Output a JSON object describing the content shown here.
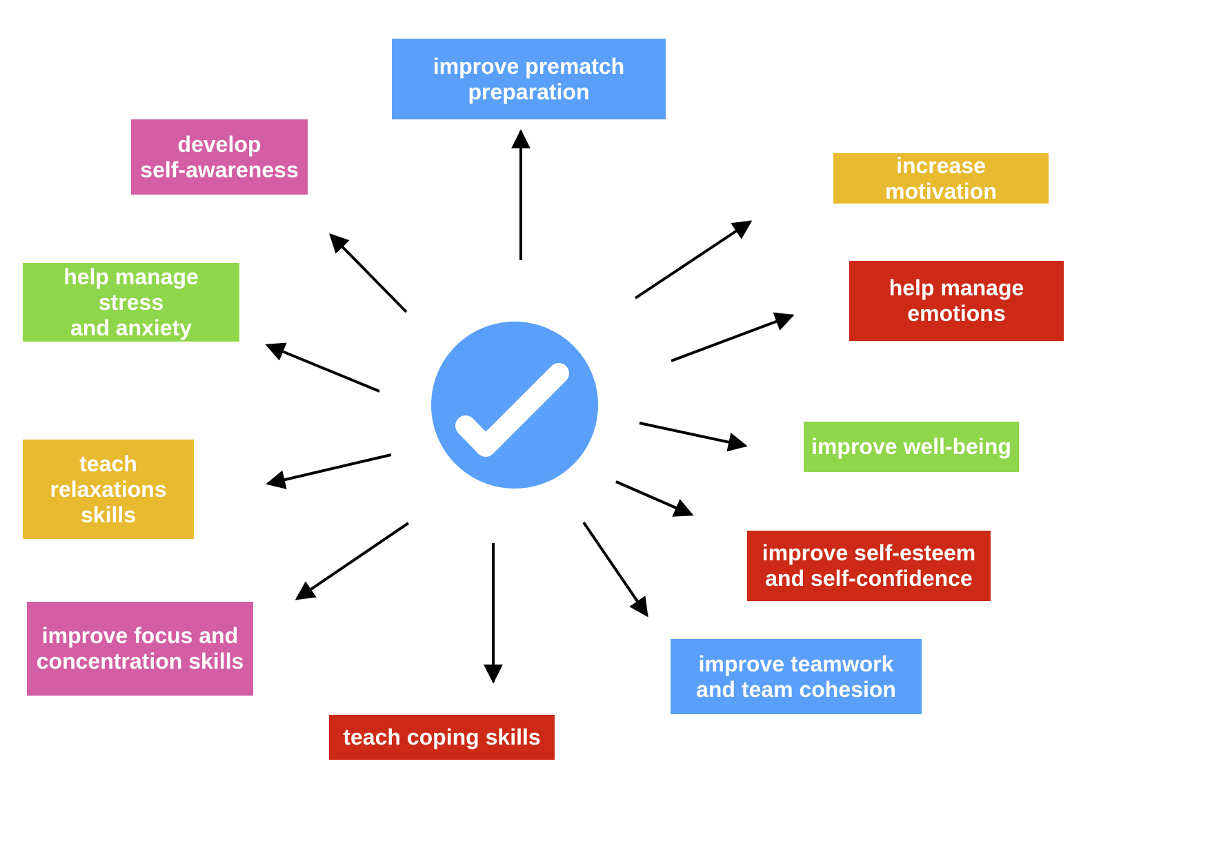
{
  "center": {
    "icon": "checkmark-icon",
    "color": "#5aa0fb"
  },
  "colors": {
    "blue": "#5aa0fb",
    "pink": "#d35ea3",
    "yellow": "#e8ba2f",
    "red": "#cc2a16",
    "green": "#90d64b",
    "arrow": "#000000"
  },
  "boxes": {
    "prematch": "improve prematch\npreparation",
    "self_awareness": "develop\nself-awareness",
    "motivation": "increase motivation",
    "emotions": "help manage\nemotions",
    "stress": "help manage stress\nand anxiety",
    "wellbeing": "improve well-being",
    "relaxation": "teach\nrelaxations\nskills",
    "self_esteem": "improve self-esteem\nand self-confidence",
    "focus": "improve focus and\nconcentration skills",
    "teamwork": "improve teamwork\nand team cohesion",
    "coping": "teach coping skills"
  }
}
